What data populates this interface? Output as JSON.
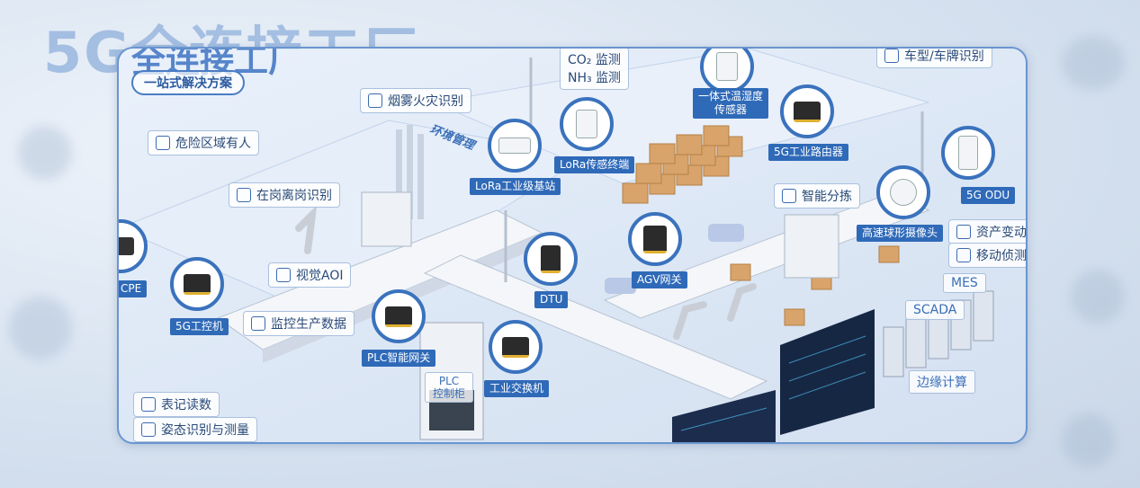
{
  "background": {
    "title": "5G全连接工厂"
  },
  "frame": {
    "title": "全连接工厂",
    "subtitle": "一站式解决方案",
    "env_label": "环境管理"
  },
  "feature_labels": [
    {
      "key": "smoke",
      "text": "烟雾火灾识别",
      "icon": "smoke-icon"
    },
    {
      "key": "danger",
      "text": "危险区域有人",
      "icon": "warning-icon"
    },
    {
      "key": "onduty",
      "text": "在岗离岗识别",
      "icon": "person-icon"
    },
    {
      "key": "aoi",
      "text": "视觉AOI",
      "icon": "vision-icon"
    },
    {
      "key": "monitor",
      "text": "监控生产数据",
      "icon": "chart-icon"
    },
    {
      "key": "meter",
      "text": "表记读数",
      "icon": "table-icon"
    },
    {
      "key": "pose",
      "text": "姿态识别与测量",
      "icon": "pose-icon"
    },
    {
      "key": "sort",
      "text": "智能分拣",
      "icon": "sort-icon"
    },
    {
      "key": "asset",
      "text": "资产变动",
      "icon": "database-icon"
    },
    {
      "key": "mobile",
      "text": "移动侦测",
      "icon": "move-icon"
    },
    {
      "key": "plate",
      "text": "车型/车牌识别",
      "icon": "car-icon"
    },
    {
      "key": "co2",
      "text": "CO₂ 监测",
      "icon": "sensor-icon"
    },
    {
      "key": "nh3",
      "text": "NH₃ 监测",
      "icon": "sensor-icon"
    }
  ],
  "devices": [
    {
      "key": "cpe",
      "text": "CPE",
      "icon": "cpe-router-icon"
    },
    {
      "key": "ipc",
      "text": "5G工控机",
      "icon": "industrial-pc-icon"
    },
    {
      "key": "plcgw",
      "text": "PLC智能网关",
      "icon": "gateway-icon"
    },
    {
      "key": "switch",
      "text": "工业交换机",
      "icon": "switch-icon"
    },
    {
      "key": "dtu",
      "text": "DTU",
      "icon": "dtu-icon"
    },
    {
      "key": "lorabs",
      "text": "LoRa工业级基站",
      "icon": "lora-base-icon"
    },
    {
      "key": "lorasensor",
      "text": "LoRa传感终端",
      "icon": "lora-sensor-icon"
    },
    {
      "key": "agv",
      "text": "AGV网关",
      "icon": "agv-gateway-icon"
    },
    {
      "key": "router",
      "text": "5G工业路由器",
      "icon": "router-icon"
    },
    {
      "key": "temp",
      "text": "一体式温湿度\n传感器",
      "icon": "thermometer-icon"
    },
    {
      "key": "odu",
      "text": "5G ODU",
      "icon": "odu-icon"
    },
    {
      "key": "cam",
      "text": "高速球形摄像头",
      "icon": "dome-camera-icon"
    }
  ],
  "systems": {
    "mes": "MES",
    "scada": "SCADA",
    "edge": "边缘计算",
    "plc": "PLC\n控制柜"
  },
  "colors": {
    "accent": "#2f6ab8",
    "frame": "#6a95cf"
  }
}
